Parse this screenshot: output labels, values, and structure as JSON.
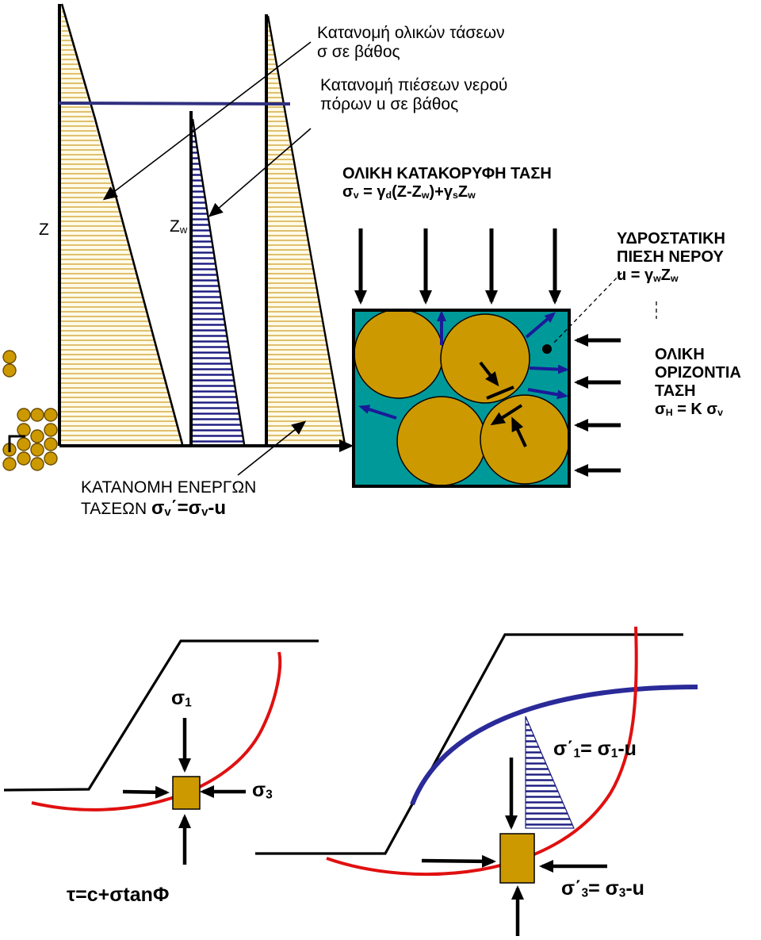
{
  "labels": {
    "total_stress_dist_1": "Κατανομή ολικών τάσεων",
    "total_stress_dist_2": "σ σε βάθος",
    "pore_pressure_dist_1": "Κατανομή πιέσεων νερού",
    "pore_pressure_dist_2": "πόρων u σε βάθος",
    "depth_z": "Z",
    "depth_zw_main": "Z",
    "depth_zw_sub": "w",
    "vertical_title": "ΟΛΙΚΗ ΚΑΤΑΚΟΡΥΦΗ ΤΑΣΗ",
    "vertical_formula": {
      "a": "σ",
      "a_sub": "v",
      "b": " = γ",
      "b_sub": "d",
      "c": "(Z-Z",
      "c_sub": "w",
      "d": ")+γ",
      "d_sub": "s",
      "e": "Z",
      "e_sub": "w"
    },
    "hydro_1": "ΥΔΡΟΣΤΑΤΙΚΗ",
    "hydro_2": "ΠΙΕΣΗ ΝΕΡΟΥ",
    "hydro_formula": {
      "a": "u = γ",
      "a_sub": "w",
      "b": "Z",
      "b_sub": "w"
    },
    "horizontal_1": "ΟΛΙΚΗ",
    "horizontal_2": "ΟΡΙΖΟΝΤΙΑ",
    "horizontal_3": "ΤΑΣΗ",
    "horizontal_formula": {
      "a": "σ",
      "a_sub": "H",
      "b": " = K σ",
      "b_sub": "v"
    },
    "effective_1": "ΚΑΤΑΝΟΜΗ ΕΝΕΡΓΩΝ",
    "effective_2": "ΤΑΣΕΩΝ ",
    "effective_formula": {
      "a": "σ",
      "a_sub": "v",
      "b": "΄=σ",
      "b_sub": "v",
      "c": "-u"
    },
    "sigma1": {
      "a": "σ",
      "a_sub": "1"
    },
    "sigma3": {
      "a": "σ",
      "a_sub": "3"
    },
    "tau": "τ=c+σtanΦ",
    "sigma1_eff": {
      "a": "σ΄",
      "a_sub": "1",
      "b": "= σ",
      "b_sub": "1",
      "c": "-u"
    },
    "sigma3_eff": {
      "a": "σ΄",
      "a_sub": "3",
      "b": "= σ",
      "b_sub": "3",
      "c": "-u"
    }
  },
  "colors": {
    "soil_grain": "#cc9900",
    "pore_water": "#009999",
    "water_pressure": "#1a1a80",
    "stress_triangle": "#e8c66a",
    "slip_circle": "#e01010",
    "phreatic_line": "#1a3399",
    "arrow": "#000000"
  }
}
